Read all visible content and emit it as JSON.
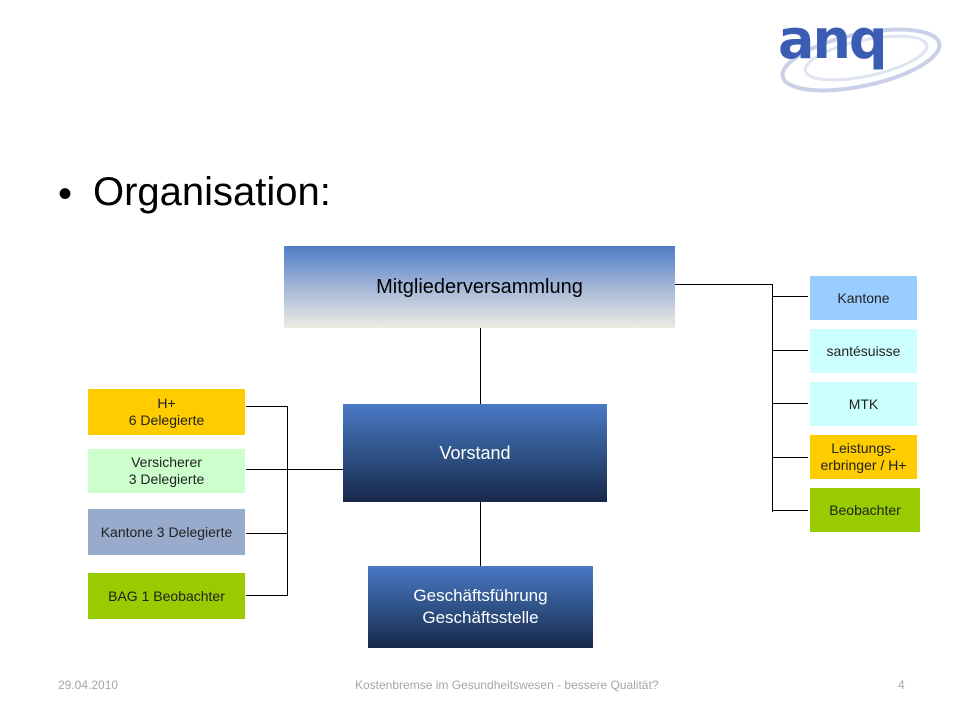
{
  "slide": {
    "bullet": "•",
    "title": "Organisation:",
    "logo_text": "anq"
  },
  "diagram": {
    "assembly": "Mitgliederversammlung",
    "board": "Vorstand",
    "management": "Geschäftsführung\nGeschäftsstelle",
    "left_members": [
      {
        "label": "H+\n6 Delegierte",
        "color": "#ffcc00"
      },
      {
        "label": "Versicherer\n3 Delegierte",
        "color": "#ccffcc"
      },
      {
        "label": "Kantone 3 Delegierte",
        "color": "#99abcc"
      },
      {
        "label": "BAG 1 Beobachter",
        "color": "#99cc00"
      }
    ],
    "right_members": [
      {
        "label": "Kantone",
        "color": "#99ccff"
      },
      {
        "label": "santésuisse",
        "color": "#ccffff"
      },
      {
        "label": "MTK",
        "color": "#ccffff"
      },
      {
        "label": "Leistungs-\nerbringer / H+",
        "color": "#ffcc00"
      },
      {
        "label": "Beobachter",
        "color": "#99cc00"
      }
    ]
  },
  "footer": {
    "date": "29.04.2010",
    "topic": "Kostenbremse im Gesundheitswesen - bessere Qualität?",
    "page": "4"
  }
}
